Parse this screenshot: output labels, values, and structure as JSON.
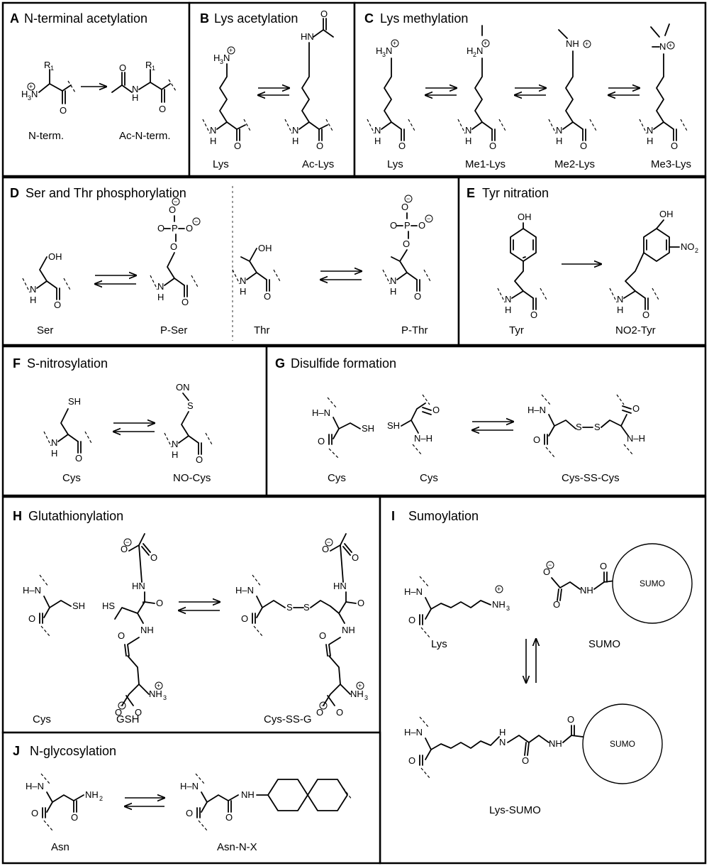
{
  "panels": {
    "A": {
      "letter": "A",
      "title": "N-terminal acetylation",
      "left": "N-term.",
      "right": "Ac-N-term."
    },
    "B": {
      "letter": "B",
      "title": "Lys acetylation",
      "left": "Lys",
      "right": "Ac-Lys"
    },
    "C": {
      "letter": "C",
      "title": "Lys methylation",
      "s1": "Lys",
      "s2": "Me1-Lys",
      "s3": "Me2-Lys",
      "s4": "Me3-Lys"
    },
    "D": {
      "letter": "D",
      "title": "Ser and Thr phosphorylation",
      "s1": "Ser",
      "s2": "P-Ser",
      "s3": "Thr",
      "s4": "P-Thr"
    },
    "E": {
      "letter": "E",
      "title": "Tyr nitration",
      "left": "Tyr",
      "right": "NO2-Tyr"
    },
    "F": {
      "letter": "F",
      "title": "S-nitrosylation",
      "left": "Cys",
      "right": "NO-Cys"
    },
    "G": {
      "letter": "G",
      "title": "Disulfide formation",
      "s1": "Cys",
      "s2": "Cys",
      "s3": "Cys-SS-Cys"
    },
    "H": {
      "letter": "H",
      "title": "Glutathionylation",
      "s1": "Cys",
      "s2": "GSH",
      "s3": "Cys-SS-G"
    },
    "I": {
      "letter": "I",
      "title": "Sumoylation",
      "s1": "Lys",
      "s2": "SUMO",
      "s3": "Lys-SUMO",
      "circle": "SUMO"
    },
    "J": {
      "letter": "J",
      "title": "N-glycosylation",
      "left": "Asn",
      "right": "Asn-N-X"
    }
  }
}
